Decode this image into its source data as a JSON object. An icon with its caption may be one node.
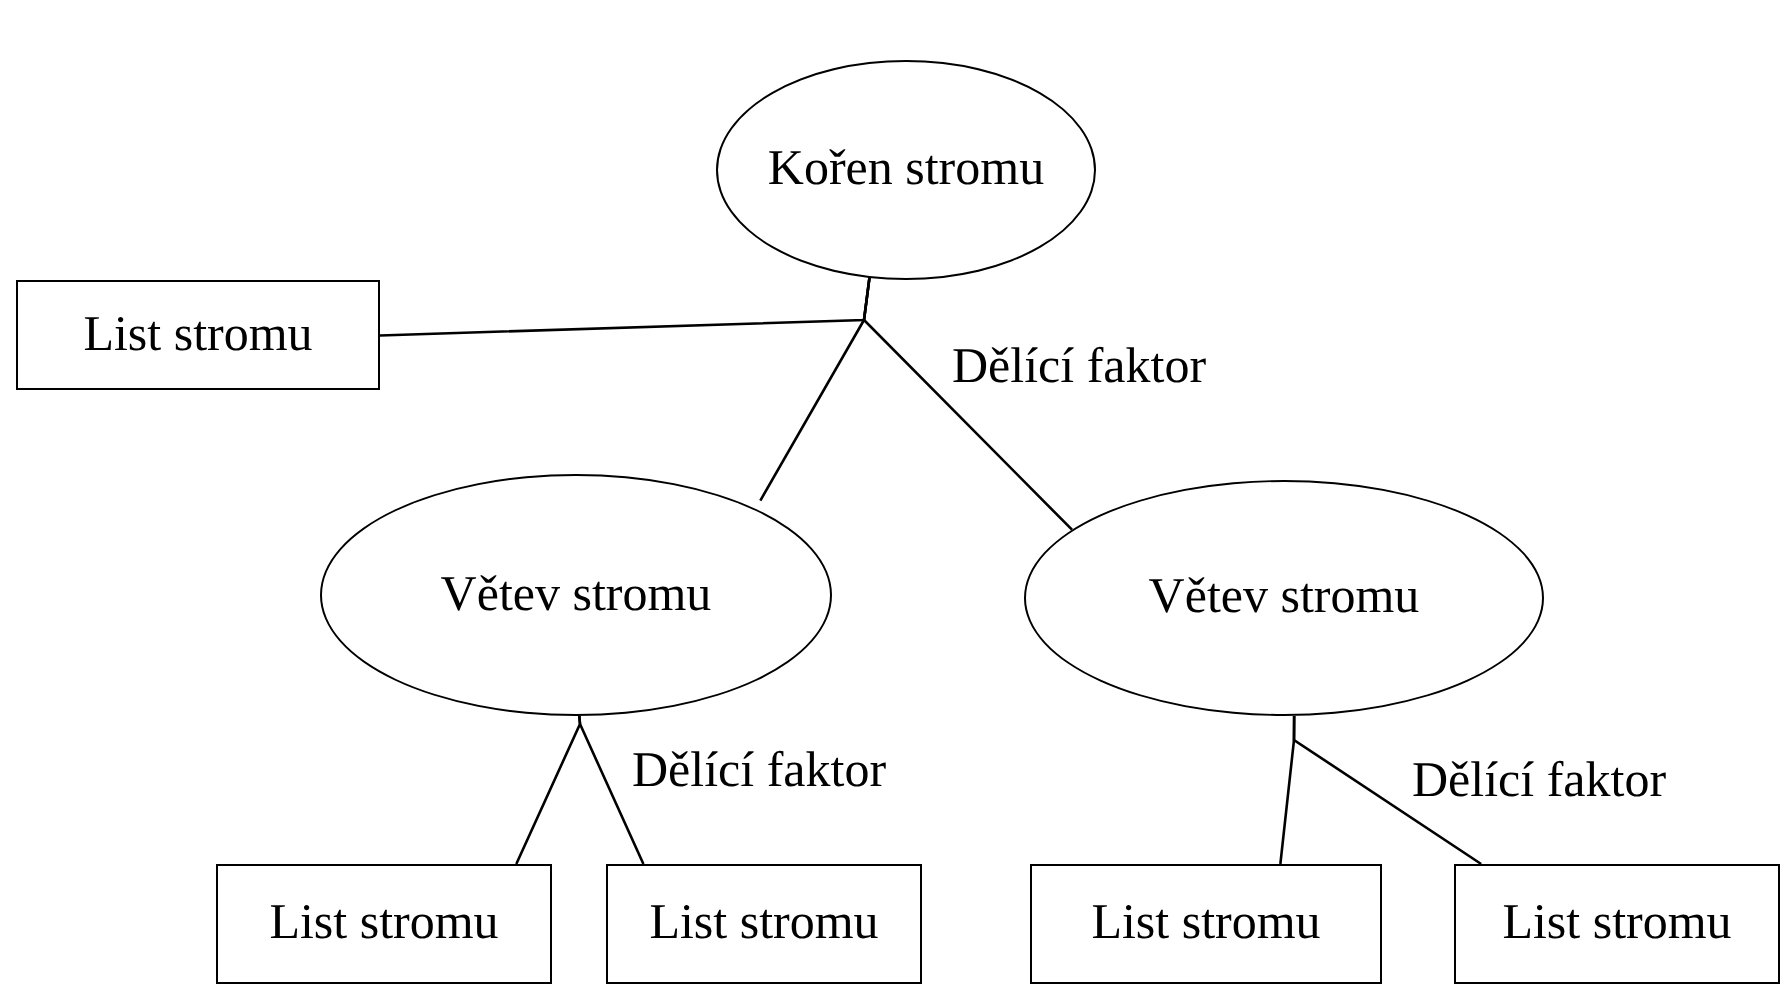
{
  "diagram": {
    "nodes": [
      {
        "text": [
          "Kořen stromu"
        ]
      },
      {
        "text": [
          "List stromu"
        ]
      },
      {
        "text": [
          "Větev stromu"
        ]
      },
      {
        "text": [
          "Větev stromu"
        ]
      },
      {
        "text": [
          "List stromu"
        ]
      },
      {
        "text": [
          "List stromu"
        ]
      },
      {
        "text": [
          "List stromu"
        ]
      },
      {
        "text": [
          "List stromu"
        ]
      }
    ],
    "edges": [
      {
        "from": 0,
        "to": 1,
        "arrow": "none"
      },
      {
        "from": 0,
        "to": 2,
        "arrow": "none"
      },
      {
        "from": 0,
        "to": 3,
        "arrow": "none",
        "label": "Dělící faktor"
      },
      {
        "from": 2,
        "to": 4,
        "arrow": "none"
      },
      {
        "from": 2,
        "to": 5,
        "arrow": "none",
        "label": "Dělící faktor"
      },
      {
        "from": 3,
        "to": 6,
        "arrow": "none"
      },
      {
        "from": 3,
        "to": 7,
        "arrow": "none",
        "label": "Dělící faktor"
      }
    ]
  }
}
